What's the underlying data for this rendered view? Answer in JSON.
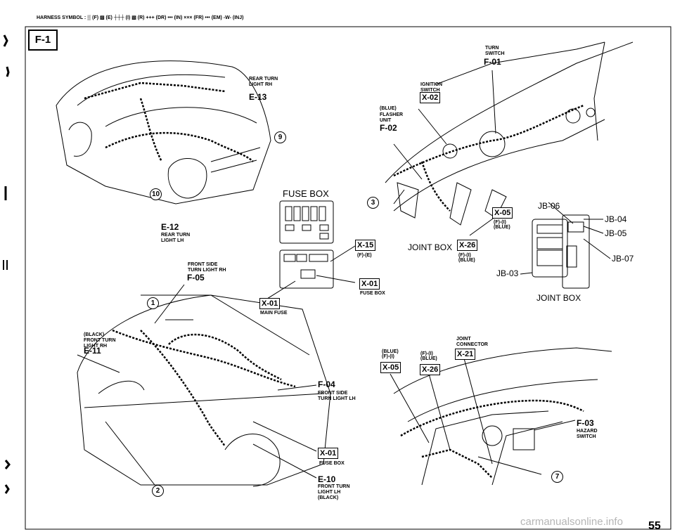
{
  "header": {
    "legend_text": "HARNESS SYMBOL : ▒ (F) ▨ (E) ┼┼┼ (I) ▧ (R) +++ (DR) ••• (IN) ×××  (FR) ••• (EM) -W- (INJ)"
  },
  "section": {
    "badge": "F-1"
  },
  "labels": {
    "turn_switch": {
      "name": "TURN SWITCH",
      "code": "F-01"
    },
    "ignition_switch": {
      "name": "IGNITION SWITCH",
      "code": "X-02"
    },
    "flasher_unit": {
      "note": "(BLUE)",
      "name": "FLASHER UNIT",
      "code": "F-02"
    },
    "rear_turn_rh": {
      "name": "REAR TURN LIGHT RH",
      "code": "E-13"
    },
    "rear_turn_lh": {
      "code": "E-12",
      "name": "REAR TURN LIGHT LH"
    },
    "fuse_box_title": "FUSE BOX",
    "x15": {
      "code": "X-15",
      "note": "(F)-(E)"
    },
    "x01_top": {
      "code": "X-01",
      "name": "FUSE BOX"
    },
    "x01_main": {
      "code": "X-01",
      "name": "MAIN FUSE"
    },
    "front_side_rh": {
      "name": "FRONT SIDE TURN LIGHT RH",
      "code": "F-05"
    },
    "front_turn_rh": {
      "note": "(BLACK)",
      "name": "FRONT TURN LIGHT RH",
      "code": "E-11"
    },
    "x05_right": {
      "code": "X-05",
      "note1": "(F)-(I)",
      "note2": "(BLUE)"
    },
    "joint_box_mid": "JOINT BOX",
    "x26_mid": {
      "code": "X-26",
      "note1": "(F)-(I)",
      "note2": "(BLUE)"
    },
    "jb06": "JB-06",
    "jb04": "JB-04",
    "jb05": "JB-05",
    "jb07": "JB-07",
    "jb03": "JB-03",
    "joint_box_right": "JOINT BOX",
    "f04": {
      "code": "F-04",
      "name": "FRONT SIDE TURN LIGHT LH"
    },
    "x01_bottom": {
      "code": "X-01",
      "name": "FUSE BOX"
    },
    "e10": {
      "code": "E-10",
      "name": "FRONT TURN LIGHT LH",
      "note": "(BLACK)"
    },
    "x05_bottom": {
      "note1": "(BLUE)",
      "note2": "(F)-(I)",
      "code": "X-05"
    },
    "x26_bottom": {
      "note1": "(F)-(I)",
      "note2": "(BLUE)",
      "code": "X-26"
    },
    "x21": {
      "name": "JOINT CONNECTOR",
      "code": "X-21"
    },
    "f03": {
      "code": "F-03",
      "name": "HAZARD SWITCH"
    },
    "callouts": [
      "9",
      "10",
      "3",
      "1",
      "2",
      "7"
    ]
  },
  "footer": {
    "watermark": "carmanualsonline.info",
    "page_number": "55"
  }
}
